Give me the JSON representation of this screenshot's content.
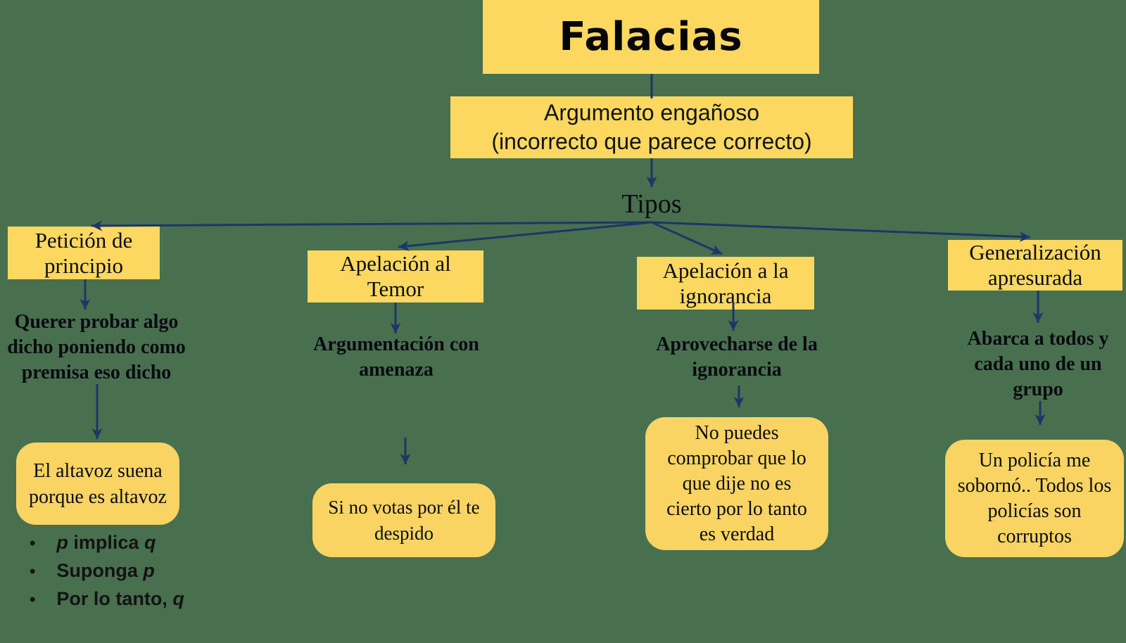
{
  "colors": {
    "background": "#48704F",
    "node_fill": "#FCD860",
    "example_fill": "#F9D463",
    "arrow": "#1C3667",
    "text": "#0B0B10"
  },
  "root": {
    "title": "Falacias"
  },
  "definition": {
    "line1": "Argumento engañoso",
    "line2": "(incorrecto que parece correcto)"
  },
  "types_label": "Tipos",
  "branches": [
    {
      "title": "Petición de principio",
      "description": "Querer probar algo dicho poniendo como premisa eso dicho",
      "example": "El altavoz suena porque es altavoz",
      "bullets": [
        [
          {
            "t": "p"
          },
          {
            "t": " implica "
          },
          {
            "t": "q"
          }
        ],
        [
          {
            "t": "Suponga "
          },
          {
            "t": "p"
          }
        ],
        [
          {
            "t": "Por lo tanto, "
          },
          {
            "t": "q"
          }
        ]
      ]
    },
    {
      "title": "Apelación al Temor",
      "description": "Argumentación con amenaza",
      "example": "Si no votas por él te despido"
    },
    {
      "title": "Apelación a la ignorancia",
      "description": "Aprovecharse de la ignorancia",
      "example": "No puedes comprobar que lo que dije no es cierto por lo tanto es verdad"
    },
    {
      "title": "Generalización apresurada",
      "description": "Abarca a todos y cada uno de un grupo",
      "example": "Un policía me sobornó.. Todos los policías son corruptos"
    }
  ]
}
